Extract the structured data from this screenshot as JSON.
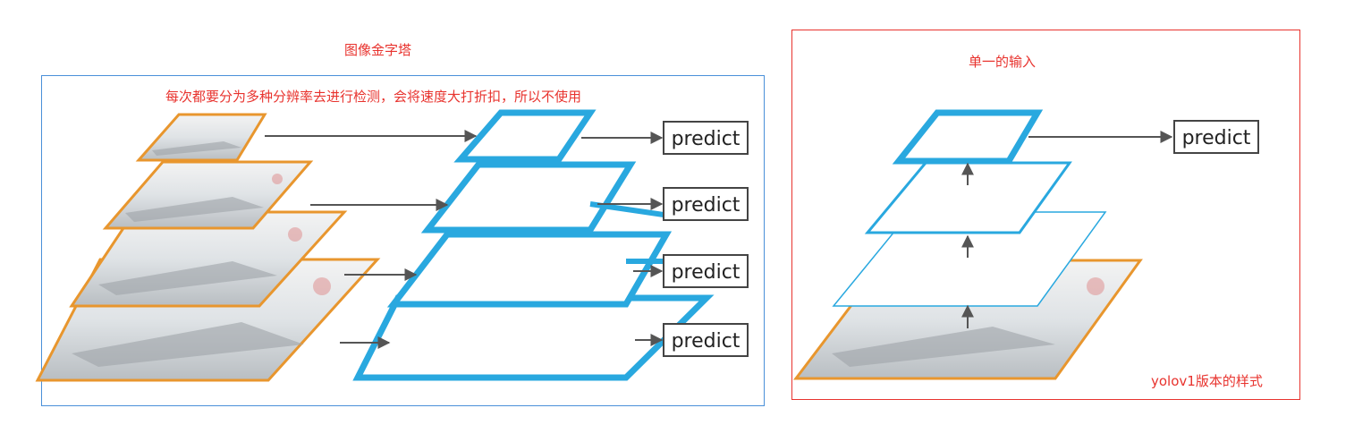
{
  "left": {
    "title": "图像金字塔",
    "subtitle": "每次都要分为多种分辨率去进行检测，会将速度大打折扣，所以不使用",
    "predict_labels": [
      "predict",
      "predict",
      "predict",
      "predict"
    ]
  },
  "right": {
    "title": "单一的输入",
    "predict_label": "predict",
    "caption": "yolov1版本的样式"
  },
  "colors": {
    "red": "#e8332e",
    "blue_border": "#4a90d9",
    "pyramid_blue": "#29a8df",
    "image_orange": "#e8962e"
  }
}
